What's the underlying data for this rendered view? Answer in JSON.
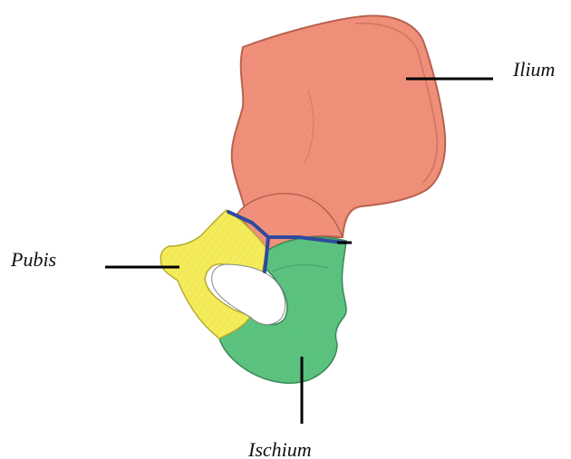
{
  "labels": {
    "ilium": "Ilium",
    "pubis": "Pubis",
    "ischium": "Ischium"
  },
  "colors": {
    "ilium": "#f0907a",
    "pubis": "#f4ec5a",
    "ischium": "#5cc27f",
    "suture": "#2e4a9e",
    "leader": "#000000"
  }
}
